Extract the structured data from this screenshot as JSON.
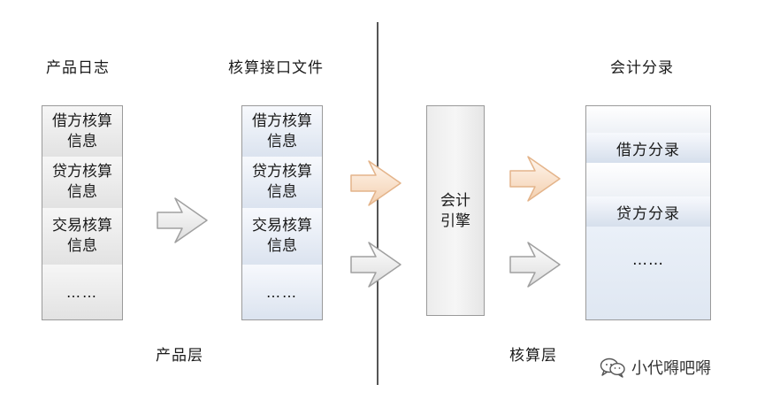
{
  "headings": {
    "product_log": "产品日志",
    "interface_file": "核算接口文件",
    "accounting_entries": "会计分录"
  },
  "product_log_cells": [
    "借方核算\n信息",
    "贷方核算\n信息",
    "交易核算\n信息",
    "……"
  ],
  "interface_cells": [
    "借方核算\n信息",
    "贷方核算\n信息",
    "交易核算\n信息",
    "……"
  ],
  "engine_label": "会计\n引擎",
  "entries": {
    "debit": "借方分录",
    "credit": "贷方分录",
    "more": "……"
  },
  "layers": {
    "product": "产品层",
    "accounting": "核算层"
  },
  "watermark": {
    "text": "小代嘚吧嘚",
    "icon": "wechat-icon"
  },
  "colors": {
    "arrow_orange": "#f0c9a4",
    "arrow_gray": "#b9b9b9",
    "cell_blue": "#dbe3ef",
    "cell_gray": "#e4e4e4"
  }
}
